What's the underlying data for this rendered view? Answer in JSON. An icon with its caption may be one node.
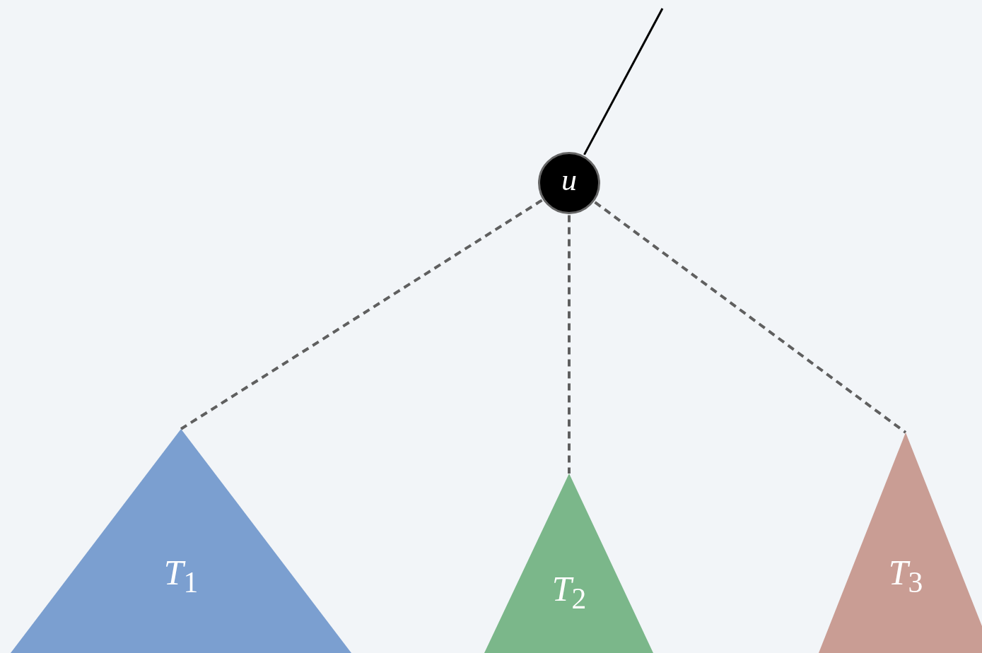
{
  "diagram": {
    "nodes": [
      {
        "text": [
          "u"
        ]
      },
      {
        "text": [
          "*T*$_{1}$"
        ]
      },
      {
        "text": [
          "*T*$_{2}$"
        ]
      },
      {
        "text": [
          "*T*$_{3}$"
        ]
      }
    ],
    "edges": [
      {
        "from": null,
        "to": 0,
        "arrow": "none",
        "color": "#000000"
      },
      {
        "from": 0,
        "to": 1,
        "arrow": "none",
        "style": "dashed"
      },
      {
        "from": 0,
        "to": 2,
        "arrow": "none",
        "style": "dashed"
      },
      {
        "from": 0,
        "to": 3,
        "arrow": "none",
        "style": "dashed"
      }
    ]
  }
}
